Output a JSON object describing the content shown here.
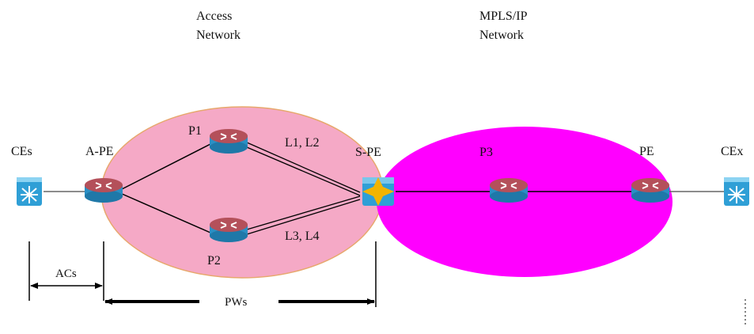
{
  "regions": {
    "access": {
      "line1": "Access",
      "line2": "Network",
      "fill": "#f5a9c6",
      "border": "#e7a86c"
    },
    "mpls": {
      "line1": "MPLS/IP",
      "line2": "Network",
      "fill": "#ff00ff"
    }
  },
  "nodes": {
    "ces": "CEs",
    "ape": "A-PE",
    "p1": "P1",
    "p2": "P2",
    "spe": "S-PE",
    "p3": "P3",
    "pe": "PE",
    "cex": "CEx"
  },
  "links": {
    "upper": "L1, L2",
    "lower": "L3, L4"
  },
  "spans": {
    "acs": "ACs",
    "pws": "PWs"
  },
  "colors": {
    "router_top": "#b4505a",
    "router_body": "#2a8fc4",
    "switch_body": "#2f9fd6",
    "spe_star": "#f2b400",
    "line": "#000000",
    "cable": "#666666"
  },
  "icons": {
    "router": "router-icon",
    "switch": "switch-icon",
    "spe": "switch-router-icon"
  }
}
